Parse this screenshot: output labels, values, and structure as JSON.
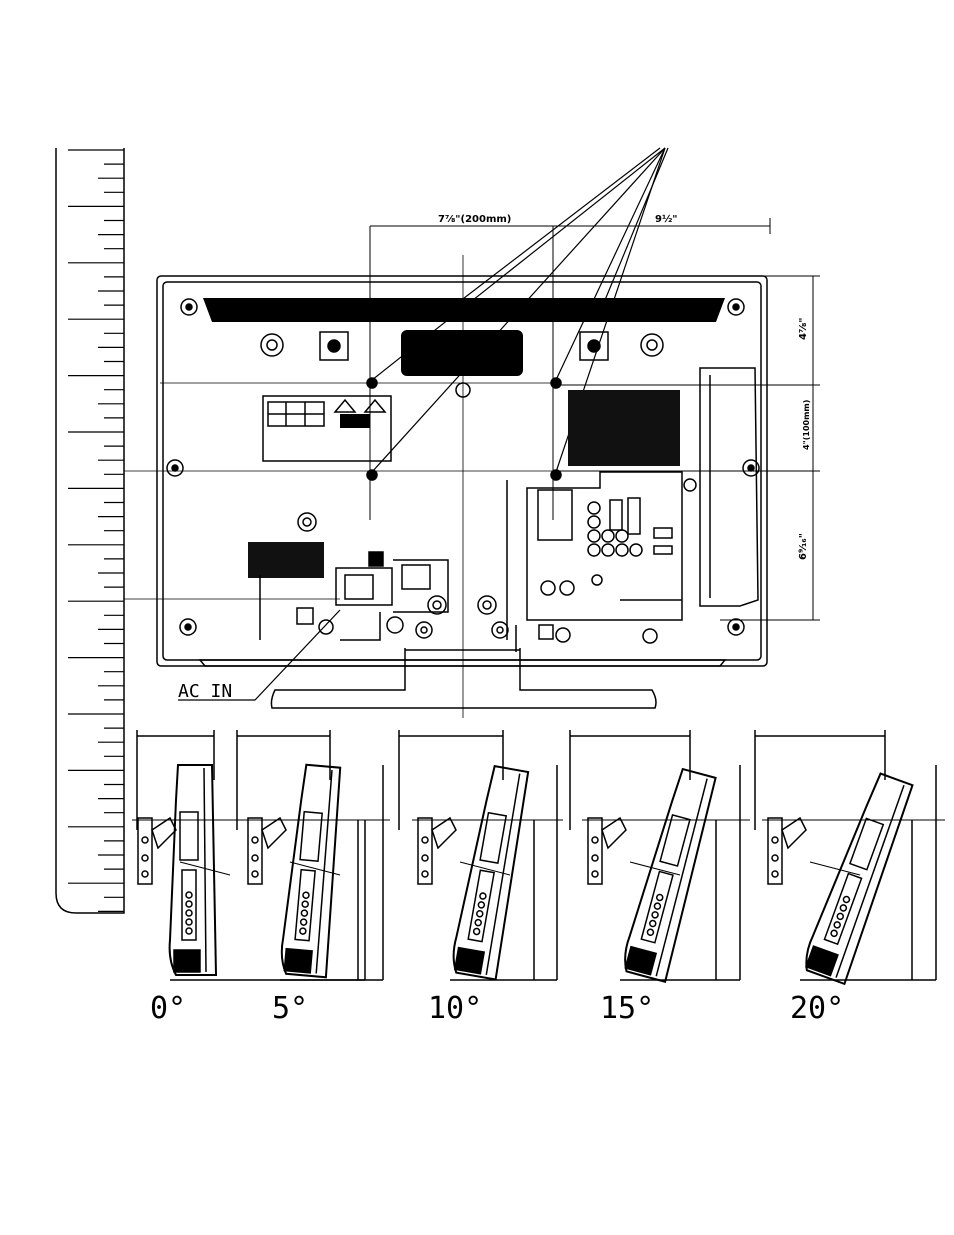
{
  "labels": {
    "dim_horizontal": "7⅞\"(200mm)",
    "dim_overall_width": "9½\"",
    "dim_top": "4⅞\"",
    "dim_vesa_vertical": "4\"(100mm)",
    "dim_bottom": "6⁹⁄₁₆\"",
    "ac_in": "AC IN"
  },
  "tilt_views": [
    {
      "angle_label": "0°"
    },
    {
      "angle_label": "5°"
    },
    {
      "angle_label": "10°"
    },
    {
      "angle_label": "15°"
    },
    {
      "angle_label": "20°"
    }
  ]
}
